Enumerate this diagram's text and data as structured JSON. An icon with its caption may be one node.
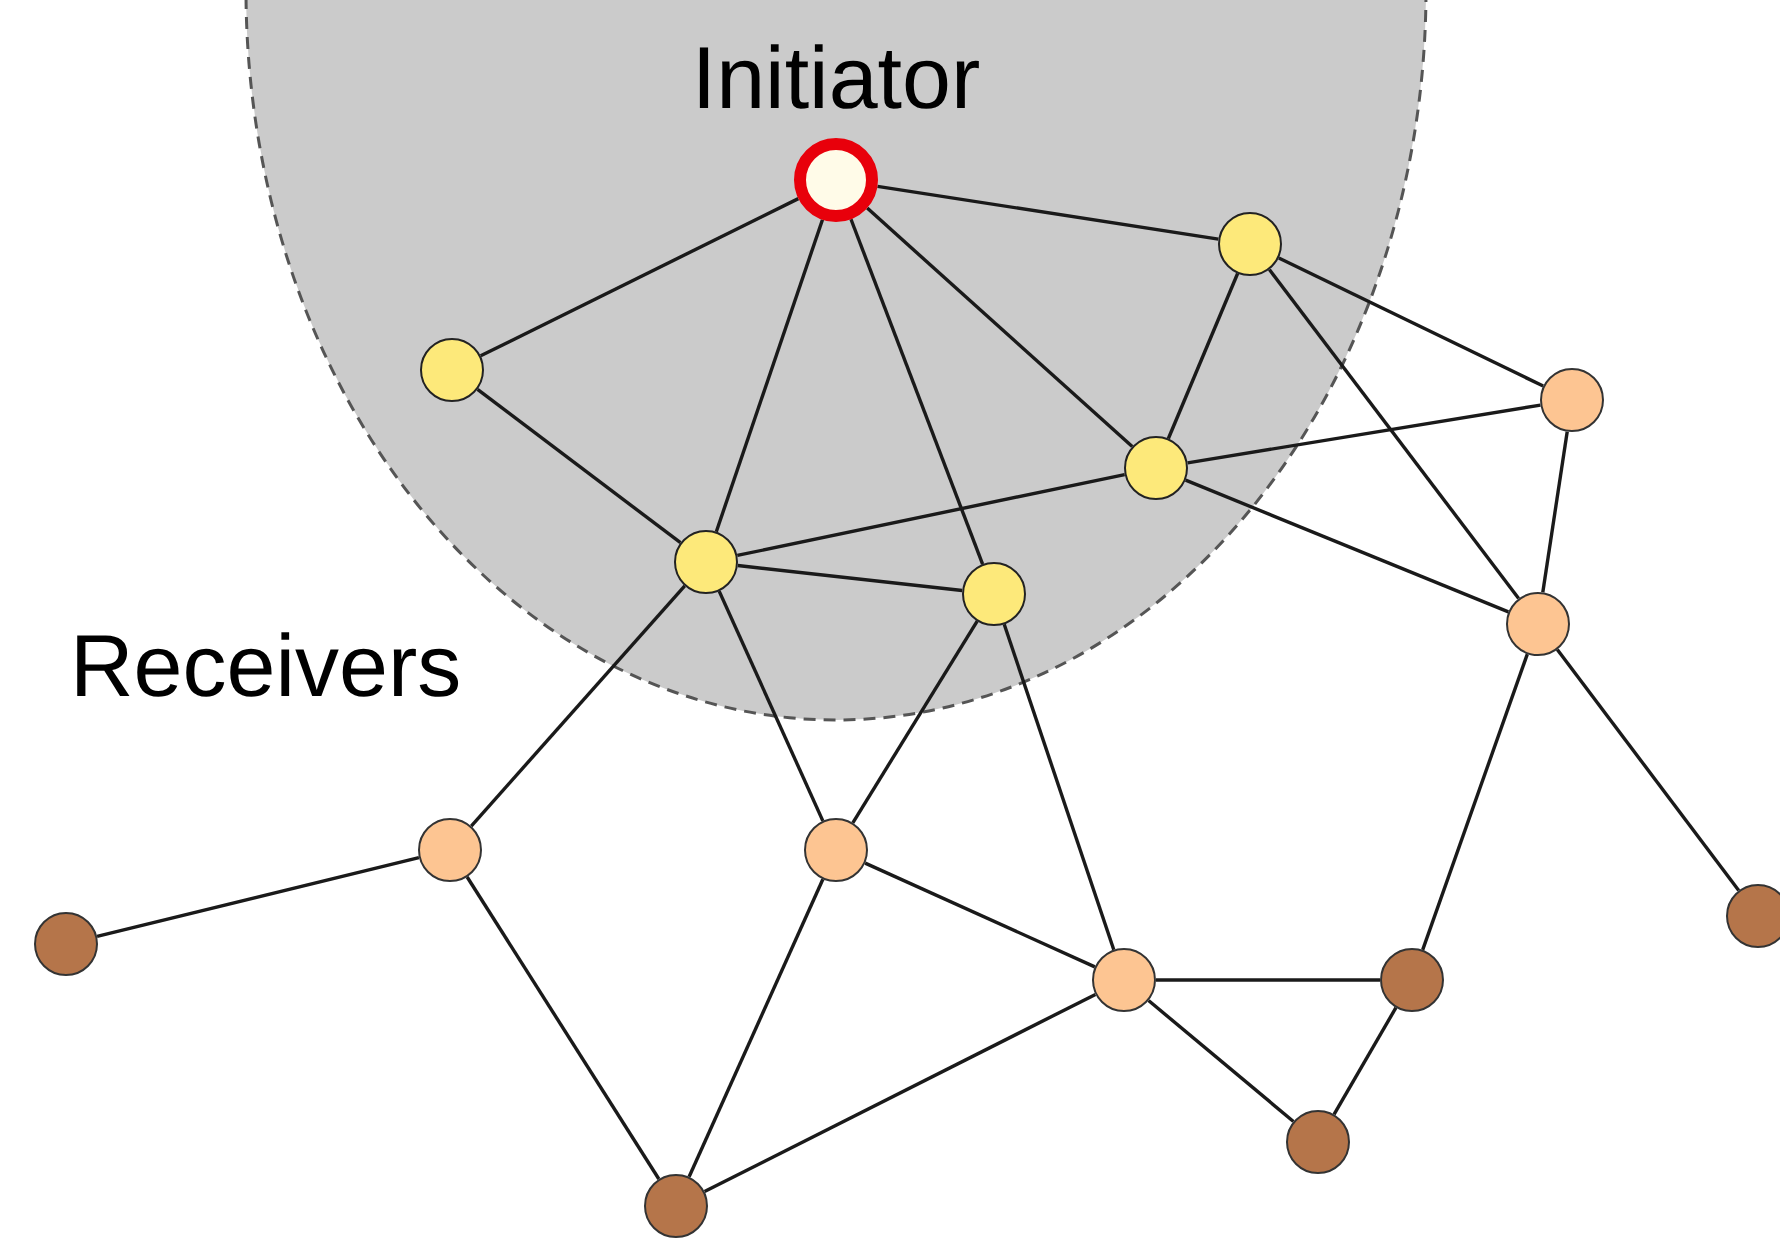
{
  "diagram": {
    "nodes": [
      {
        "text": [],
        "shape": "circle",
        "beside": [
          "Initiator"
        ]
      },
      {
        "text": [],
        "shape": "circle"
      },
      {
        "text": [],
        "shape": "circle"
      },
      {
        "text": [],
        "shape": "circle"
      },
      {
        "text": [],
        "shape": "circle"
      },
      {
        "text": [],
        "shape": "circle"
      },
      {
        "text": [],
        "shape": "circle"
      },
      {
        "text": [],
        "shape": "circle"
      },
      {
        "text": [],
        "shape": "circle"
      },
      {
        "text": [],
        "shape": "circle"
      },
      {
        "text": [],
        "shape": "circle"
      },
      {
        "text": [],
        "shape": "circle"
      },
      {
        "text": [],
        "shape": "circle"
      },
      {
        "text": [],
        "shape": "circle"
      },
      {
        "text": [],
        "shape": "circle"
      },
      {
        "text": [],
        "shape": "circle"
      }
    ],
    "edges": [
      {
        "from": 0,
        "to": 1,
        "arrow": "none"
      },
      {
        "from": 0,
        "to": 2,
        "arrow": "none"
      },
      {
        "from": 0,
        "to": 4,
        "arrow": "none"
      },
      {
        "from": 0,
        "to": 5,
        "arrow": "none"
      },
      {
        "from": 0,
        "to": 3,
        "arrow": "none"
      },
      {
        "from": 1,
        "to": 3,
        "arrow": "none"
      },
      {
        "from": 1,
        "to": 6,
        "arrow": "none"
      },
      {
        "from": 1,
        "to": 7,
        "arrow": "none"
      },
      {
        "from": 2,
        "to": 4,
        "arrow": "none"
      },
      {
        "from": 4,
        "to": 3,
        "arrow": "none"
      },
      {
        "from": 3,
        "to": 6,
        "arrow": "none"
      },
      {
        "from": 3,
        "to": 7,
        "arrow": "none"
      },
      {
        "from": 4,
        "to": 5,
        "arrow": "none"
      },
      {
        "from": 4,
        "to": 8,
        "arrow": "none"
      },
      {
        "from": 4,
        "to": 9,
        "arrow": "none"
      },
      {
        "from": 5,
        "to": 9,
        "arrow": "none"
      },
      {
        "from": 5,
        "to": 10,
        "arrow": "none"
      },
      {
        "from": 6,
        "to": 7,
        "arrow": "none"
      },
      {
        "from": 7,
        "to": 12,
        "arrow": "none"
      },
      {
        "from": 7,
        "to": 13,
        "arrow": "none"
      },
      {
        "from": 8,
        "to": 11,
        "arrow": "none"
      },
      {
        "from": 8,
        "to": 14,
        "arrow": "none"
      },
      {
        "from": 9,
        "to": 10,
        "arrow": "none"
      },
      {
        "from": 9,
        "to": 14,
        "arrow": "none"
      },
      {
        "from": 10,
        "to": 14,
        "arrow": "none"
      },
      {
        "from": 10,
        "to": 13,
        "arrow": "none"
      },
      {
        "from": 10,
        "to": 15,
        "arrow": "none"
      },
      {
        "from": 13,
        "to": 15,
        "arrow": "none"
      }
    ],
    "labels": [
      "Receivers"
    ]
  }
}
